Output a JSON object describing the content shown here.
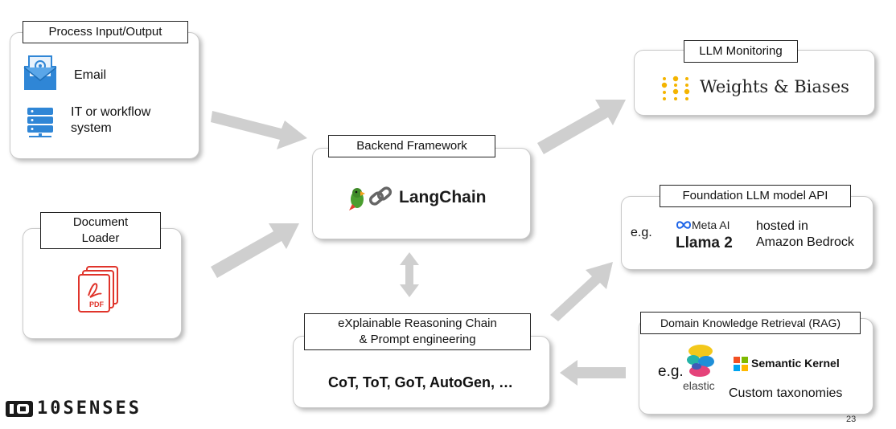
{
  "process_io": {
    "label": "Process Input/Output",
    "items": [
      {
        "icon": "email-icon",
        "text": "Email"
      },
      {
        "icon": "server-icon",
        "text_line1": "IT or workflow",
        "text_line2": "system"
      }
    ]
  },
  "document_loader": {
    "label_line1": "Document",
    "label_line2": "Loader",
    "icon": "pdf-files-icon",
    "icon_text": "PDF"
  },
  "backend": {
    "label": "Backend Framework",
    "product": "LangChain",
    "icon": "parrot-chain-icon"
  },
  "monitoring": {
    "label": "LLM Monitoring",
    "product": "Weights & Biases",
    "icon": "wandb-dots-icon"
  },
  "foundation": {
    "label": "Foundation LLM model API",
    "prefix": "e.g.",
    "brand": "Meta AI",
    "model": "Llama 2",
    "hosted_line1": "hosted in",
    "hosted_line2": "Amazon Bedrock"
  },
  "reasoning": {
    "label_line1": "eXplainable Reasoning Chain",
    "label_line2": "& Prompt engineering",
    "content": "CoT, ToT, GoT, AutoGen, …"
  },
  "rag": {
    "label": "Domain Knowledge Retrieval (RAG)",
    "prefix": "e.g.",
    "elastic": "elastic",
    "semantic_kernel": "Semantic Kernel",
    "custom": "Custom taxonomies"
  },
  "footer": {
    "logo": "10SENSES",
    "page_number": "23"
  },
  "colors": {
    "arrow": "#cfcfcf",
    "email_blue": "#2f86d6",
    "pdf_red": "#e0342b",
    "wandb_yellow": "#f4b400",
    "meta_blue": "#1d64e8",
    "elastic_teal": "#24b3a8"
  }
}
